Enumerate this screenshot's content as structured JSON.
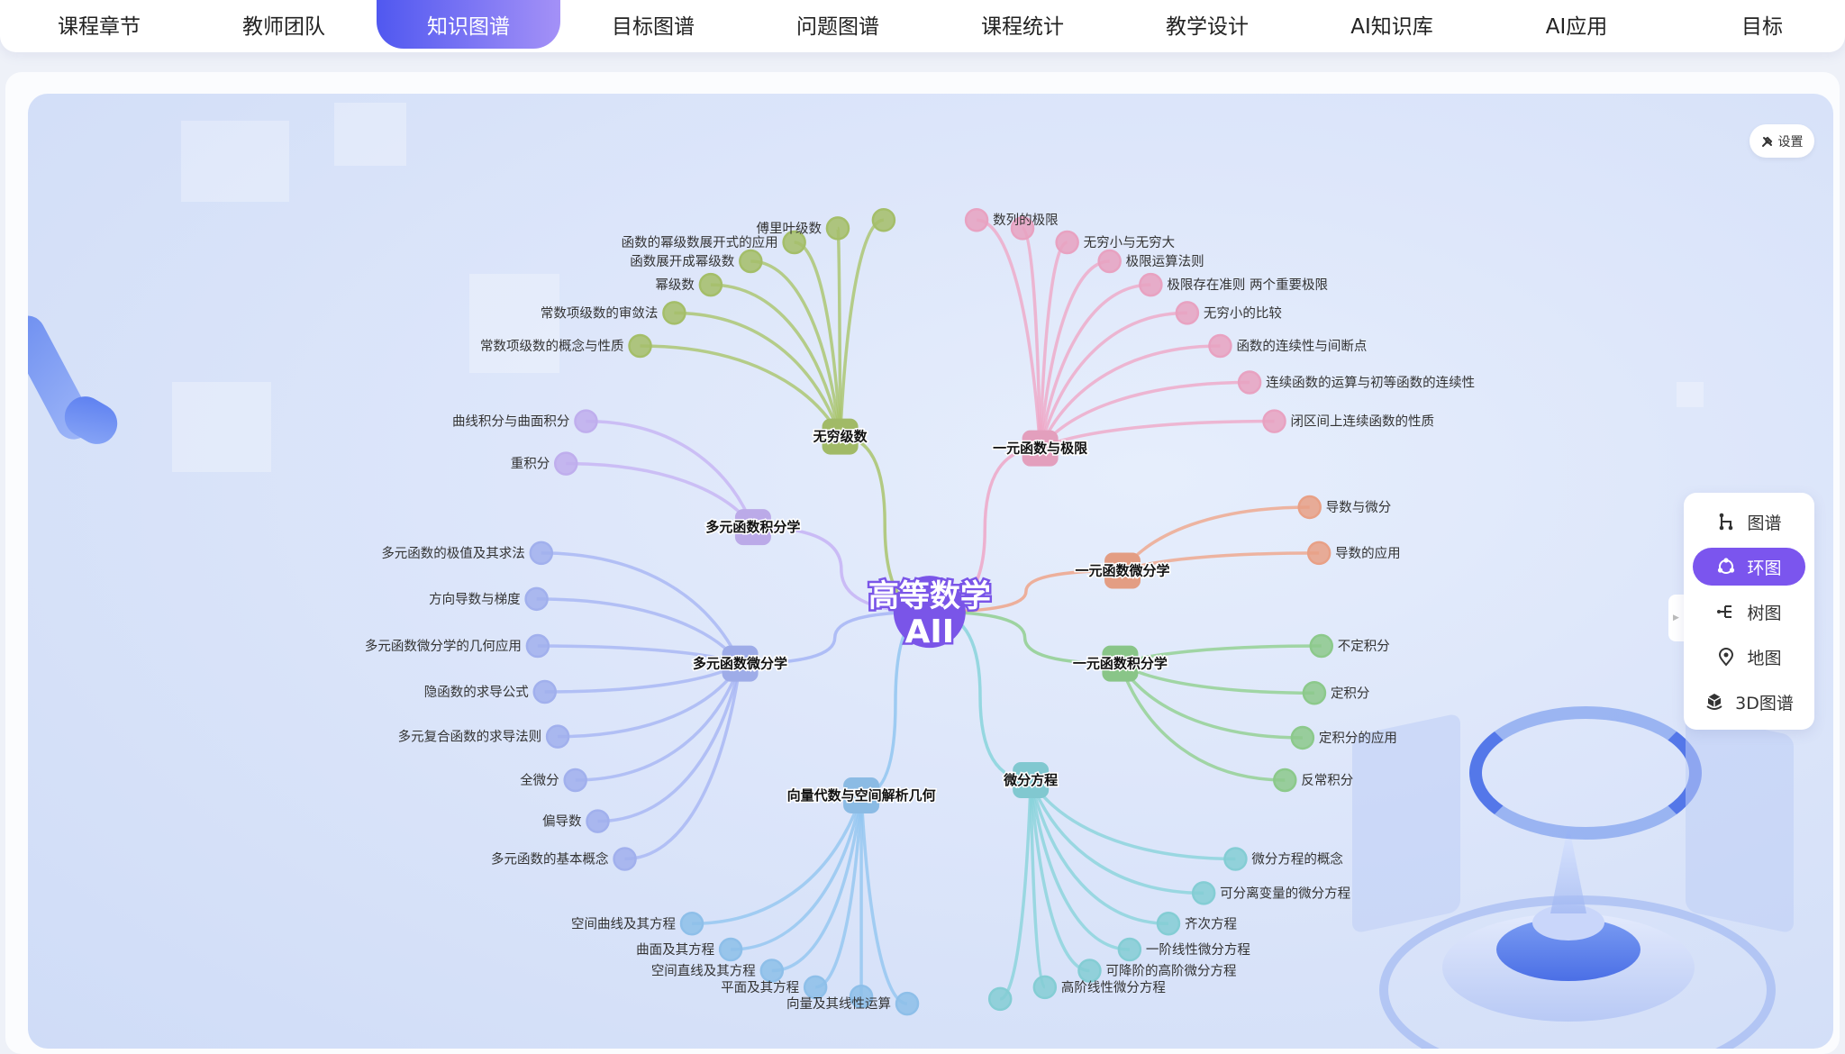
{
  "nav": {
    "tabs": [
      "课程章节",
      "教师团队",
      "知识图谱",
      "目标图谱",
      "问题图谱",
      "课程统计",
      "教学设计",
      "AI知识库",
      "AI应用",
      "目标"
    ],
    "active_index": 2
  },
  "toolbar": {
    "settings_label": "设置",
    "settings_icon": "wrench-icon"
  },
  "view_switcher": {
    "items": [
      {
        "label": "图谱",
        "icon": "graph-icon"
      },
      {
        "label": "环图",
        "icon": "ring-icon"
      },
      {
        "label": "树图",
        "icon": "tree-icon"
      },
      {
        "label": "地图",
        "icon": "map-pin-icon"
      },
      {
        "label": "3D图谱",
        "icon": "cube-icon"
      }
    ],
    "active_index": 1
  },
  "graph": {
    "center": {
      "line1": "高等数学",
      "line2": "AII",
      "color": "#7a55e8"
    },
    "categories": [
      {
        "name": "无穷级数",
        "color": "#a9c46c",
        "leaves": [
          "傅里叶级数",
          "",
          "函数的幂级数展开式的应用",
          "函数展开成幂级数",
          "幂级数",
          "常数项级数的审敛法",
          "常数项级数的概念与性质"
        ]
      },
      {
        "name": "一元函数与极限",
        "color": "#efa7c7",
        "leaves": [
          "数列的极限",
          "",
          "无穷小与无穷大",
          "极限运算法则",
          "极限存在准则  两个重要极限",
          "无穷小的比较",
          "函数的连续性与间断点",
          "连续函数的运算与初等函数的连续性",
          "闭区间上连续函数的性质"
        ]
      },
      {
        "name": "多元函数积分学",
        "color": "#c5b3f4",
        "leaves": [
          "曲线积分与曲面积分",
          "重积分"
        ]
      },
      {
        "name": "一元函数微分学",
        "color": "#efa58a",
        "leaves": [
          "导数与微分",
          "导数的应用"
        ]
      },
      {
        "name": "一元函数积分学",
        "color": "#90cf8f",
        "leaves": [
          "不定积分",
          "定积分",
          "定积分的应用",
          "反常积分"
        ]
      },
      {
        "name": "多元函数微分学",
        "color": "#a6b5f4",
        "leaves": [
          "多元函数的极值及其求法",
          "方向导数与梯度",
          "多元函数微分学的几何应用",
          "隐函数的求导公式",
          "多元复合函数的求导法则",
          "全微分",
          "偏导数",
          "多元函数的基本概念"
        ]
      },
      {
        "name": "微分方程",
        "color": "#88d3db",
        "leaves": [
          "微分方程的概念",
          "可分离变量的微分方程",
          "齐次方程",
          "一阶线性微分方程",
          "可降阶的高阶微分方程",
          "高阶线性微分方程",
          ""
        ]
      },
      {
        "name": "向量代数与空间解析几何",
        "color": "#92c5f0",
        "leaves": [
          "空间曲线及其方程",
          "曲面及其方程",
          "空间直线及其方程",
          "平面及其方程",
          "",
          "向量及其线性运算"
        ]
      }
    ]
  }
}
